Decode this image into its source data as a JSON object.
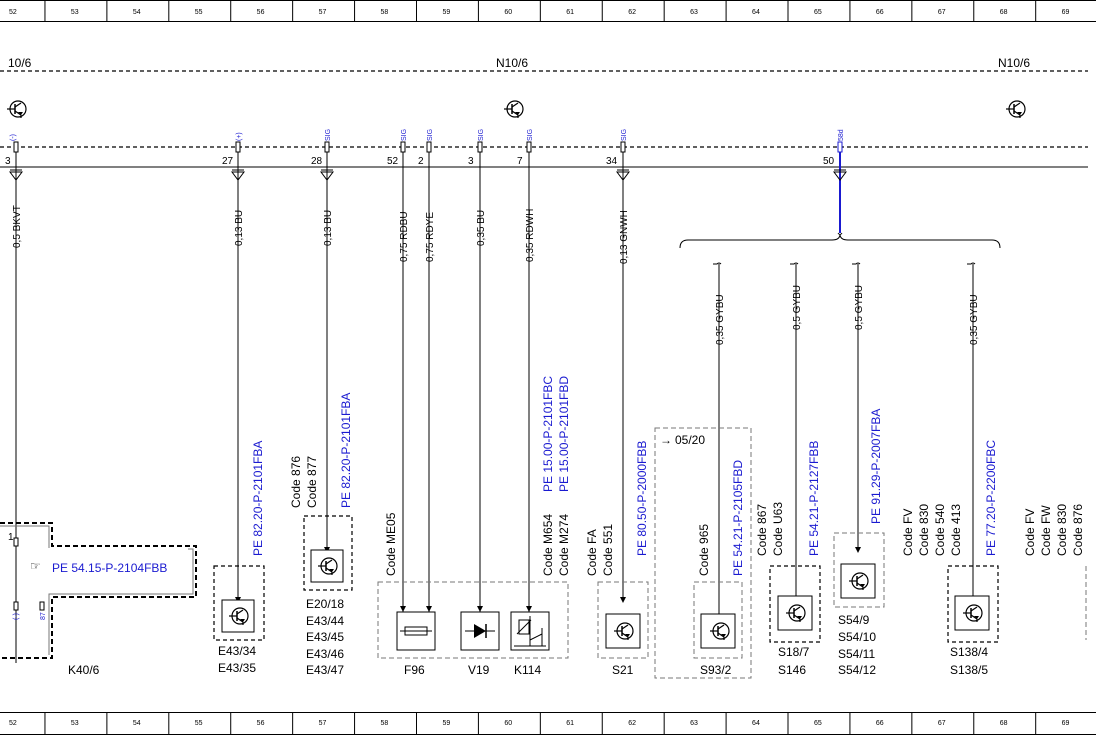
{
  "ruler": [
    "52",
    "53",
    "54",
    "55",
    "56",
    "57",
    "58",
    "59",
    "60",
    "61",
    "62",
    "63",
    "64",
    "65",
    "66",
    "67",
    "68",
    "69"
  ],
  "harness": {
    "left_label": "10/6",
    "center_label": "N10/6",
    "right_label": "N10/6"
  },
  "pins": [
    {
      "num": "3",
      "sig": "(-)",
      "wire": "0,5 BKVT"
    },
    {
      "num": "27",
      "sig": "(+)",
      "wire": "0,13 BU"
    },
    {
      "num": "28",
      "sig": "SIG",
      "wire": "0,13 BU"
    },
    {
      "num": "52",
      "sig": "SIG",
      "wire": "0,75 RDBU"
    },
    {
      "num": "2",
      "sig": "SIG",
      "wire": "0,75 RDYE"
    },
    {
      "num": "3",
      "sig": "SIG",
      "wire": "0,35 BU"
    },
    {
      "num": "7",
      "sig": "SIG",
      "wire": "0,35 RDWH"
    },
    {
      "num": "34",
      "sig": "SIG",
      "wire": "0,13 GNWH"
    },
    {
      "num": "50",
      "sig": "58d",
      "wire": ""
    }
  ],
  "branch_wires": [
    "0,35 GYBU",
    "0,5 GYBU",
    "0,5 GYBU",
    "0,35 GYBU"
  ],
  "refs": {
    "e43": "PE 82.20-P-2101FBA",
    "e20": "PE 82.20-P-2101FBA",
    "k114a": "PE 15.00-P-2101FBC",
    "k114b": "PE 15.00-P-2101FBD",
    "s21": "PE 80.50-P-2000FBB",
    "s93": "PE 54.21-P-2105FBD",
    "s18": "PE 54.21-P-2127FBB",
    "s54": "PE 91.29-P-2007FBA",
    "s138": "PE 77.20-P-2200FBC",
    "k40": "PE 54.15-P-2104FBB"
  },
  "codes": {
    "e20": [
      "Code 876",
      "Code 877"
    ],
    "me05": "Code ME05",
    "k114": [
      "Code M654",
      "Code M274"
    ],
    "s21": [
      "Code FA",
      "Code 551"
    ],
    "s93": "Code 965",
    "s18": [
      "Code 867",
      "Code U63"
    ],
    "s138": [
      "Code FV",
      "Code 830",
      "Code 540",
      "Code 413"
    ],
    "right": [
      "Code FV",
      "Code FW",
      "Code 830",
      "Code 876"
    ]
  },
  "ref_note": "05/20",
  "components": {
    "k40": "K40/6",
    "e43": [
      "E43/34",
      "E43/35"
    ],
    "e20": [
      "E20/18",
      "E43/44",
      "E43/45",
      "E43/46",
      "E43/47"
    ],
    "f96": "F96",
    "v19": "V19",
    "k114": "K114",
    "s21": "S21",
    "s93": "S93/2",
    "s18": [
      "S18/7",
      "S146"
    ],
    "s54": [
      "S54/9",
      "S54/10",
      "S54/11",
      "S54/12"
    ],
    "s138": [
      "S138/4",
      "S138/5"
    ]
  },
  "k40_pins": [
    "1",
    "(-)",
    "87"
  ]
}
